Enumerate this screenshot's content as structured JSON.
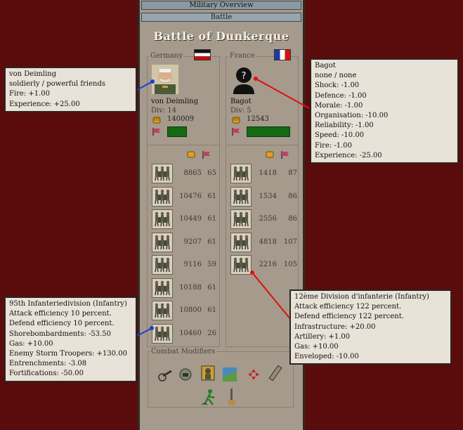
{
  "window": {
    "header_title": "Military Overview",
    "tab_label": "Battle",
    "battle_title": "Battle of Dunkerque"
  },
  "germany": {
    "country": "Germany",
    "leader_name": "von Deimling",
    "div_label": "Div: 14",
    "strength": "140009",
    "units": [
      {
        "men": "8865",
        "org": "65"
      },
      {
        "men": "10476",
        "org": "61"
      },
      {
        "men": "10449",
        "org": "61"
      },
      {
        "men": "9207",
        "org": "61"
      },
      {
        "men": "9116",
        "org": "59"
      },
      {
        "men": "10188",
        "org": "61"
      },
      {
        "men": "10800",
        "org": "61"
      },
      {
        "men": "10460",
        "org": "26"
      }
    ]
  },
  "france": {
    "country": "France",
    "leader_name": "Bagot",
    "div_label": "Div: 5",
    "strength": "12543",
    "units": [
      {
        "men": "1418",
        "org": "87"
      },
      {
        "men": "1534",
        "org": "86"
      },
      {
        "men": "2556",
        "org": "86"
      },
      {
        "men": "4818",
        "org": "107"
      },
      {
        "men": "2216",
        "org": "105"
      }
    ]
  },
  "combat_modifiers": {
    "label": "Combat Modifiers",
    "icons": [
      "artillery-icon",
      "storm-troopers-icon",
      "leader-icon",
      "shore-bombardment-icon",
      "enveloped-icon",
      "fortifications-icon",
      "entrenchment-icon",
      "infrastructure-icon"
    ]
  },
  "tooltips": {
    "german_leader": [
      "von Deimling",
      "soldierly / powerful friends",
      "Fire: +1.00",
      "Experience: +25.00"
    ],
    "french_leader": [
      "Bagot",
      "none / none",
      "Shock: -1.00",
      "Defence: -1.00",
      "Morale: -1.00",
      "Organisation: -10.00",
      "Reliability: -1.00",
      "Speed: -10.00",
      "Fire: -1.00",
      "Experience: -25.00"
    ],
    "german_unit": [
      "95th Infanteriedivision (Infantry)",
      "Attack efficiency 10 percent.",
      "Defend efficiency 10 percent.",
      "Shorebombardments: -53.50",
      "Gas: +10.00",
      "Enemy Storm Troopers: +130.00",
      "Entrenchments: -3.08",
      "Fortifications: -50.00"
    ],
    "french_unit": [
      "12ème Division d'infanterie (Infantry)",
      "Attack efficiency 122 percent.",
      "Defend efficiency 122 percent.",
      "Infrastructure: +20.00",
      "Artillery: +1.00",
      "Gas: +10.00",
      "Enveloped: -10.00"
    ]
  },
  "colors": {
    "background": "#5a0b0b",
    "panel": "#a59a8c",
    "strength_bar": "#136a13",
    "german_connector": "#1a3fd0",
    "french_connector": "#e01010"
  }
}
